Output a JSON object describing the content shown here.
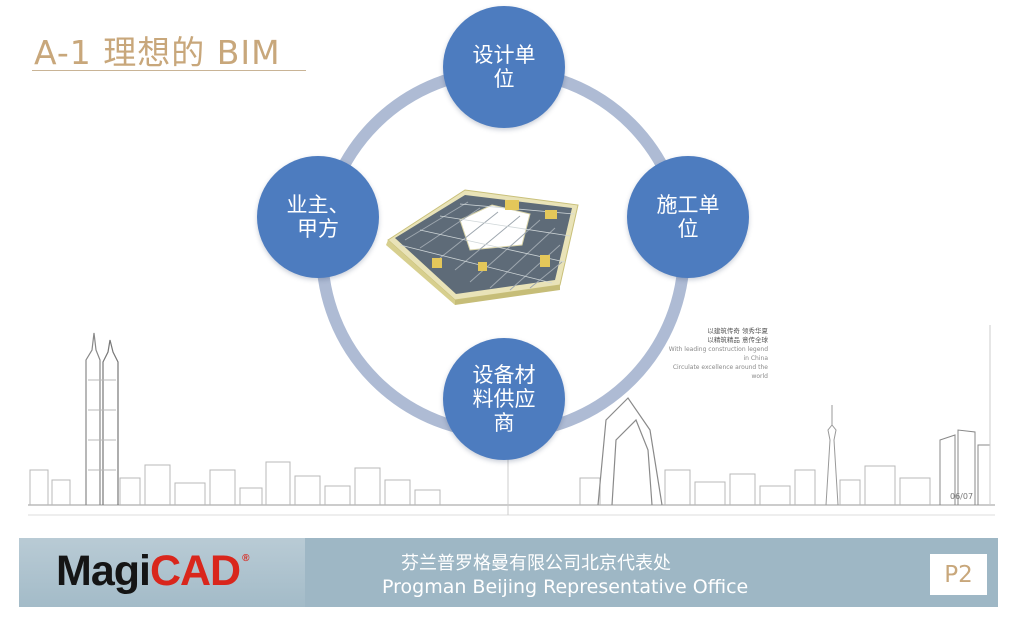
{
  "slide": {
    "title": "A-1  理想的 BIM",
    "page_label": "P2",
    "small_page_number": "06/07"
  },
  "diagram": {
    "ring_color": "#aebbd4",
    "node_color": "#4d7cbf",
    "nodes": [
      {
        "label": "设计单位"
      },
      {
        "label": "施工单位"
      },
      {
        "label": "设备材料供应商"
      },
      {
        "label": "业主、甲方"
      }
    ]
  },
  "tagline": {
    "line1": "以建筑传奇 领秀华夏",
    "line2": "以精筑精品 意传全球",
    "line3": "With leading construction legend in China",
    "line4": "Circulate excellence around the world"
  },
  "footer": {
    "logo_part1": "Magi",
    "logo_part2": "CAD",
    "logo_reg": "®",
    "company_cn": "芬兰普罗格曼有限公司北京代表处",
    "company_en": "Progman Beijing Representative Office",
    "brand_red": "#d9261c",
    "bar_color": "#9eb7c5"
  }
}
